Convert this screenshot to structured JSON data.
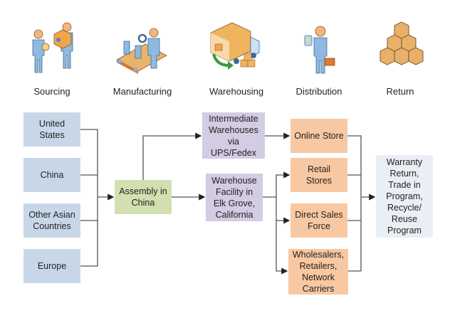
{
  "stages": [
    {
      "label": "Sourcing",
      "icon": "people-exchanging-box-icon"
    },
    {
      "label": "Manufacturing",
      "icon": "assembly-line-worker-icon"
    },
    {
      "label": "Warehousing",
      "icon": "delivery-truck-icon"
    },
    {
      "label": "Distribution",
      "icon": "salesperson-with-briefcase-icon"
    },
    {
      "label": "Return",
      "icon": "stacked-boxes-icon"
    }
  ],
  "sources": [
    {
      "label": "United\nStates"
    },
    {
      "label": "China"
    },
    {
      "label": "Other Asian\nCountries"
    },
    {
      "label": "Europe"
    }
  ],
  "assembly": {
    "label": "Assembly in\nChina"
  },
  "warehouses": [
    {
      "label": "Intermediate\nWarehouses\nvia\nUPS/Fedex"
    },
    {
      "label": "Warehouse\nFacility in\nElk Grove,\nCalifornia"
    }
  ],
  "channels": [
    {
      "label": "Online Store"
    },
    {
      "label": "Retail\nStores"
    },
    {
      "label": "Direct Sales\nForce"
    },
    {
      "label": "Wholesalers,\nRetailers,\nNetwork\nCarriers"
    }
  ],
  "return_program": {
    "label": "Warranty\nReturn,\nTrade in\nProgram,\nRecycle/\nReuse\nProgram"
  },
  "colors": {
    "source": "#c8d7e8",
    "assembly": "#d2e0b0",
    "warehouse": "#d3cce3",
    "channel": "#f8c8a2",
    "return": "#e9eff5",
    "connector": "#555555"
  }
}
